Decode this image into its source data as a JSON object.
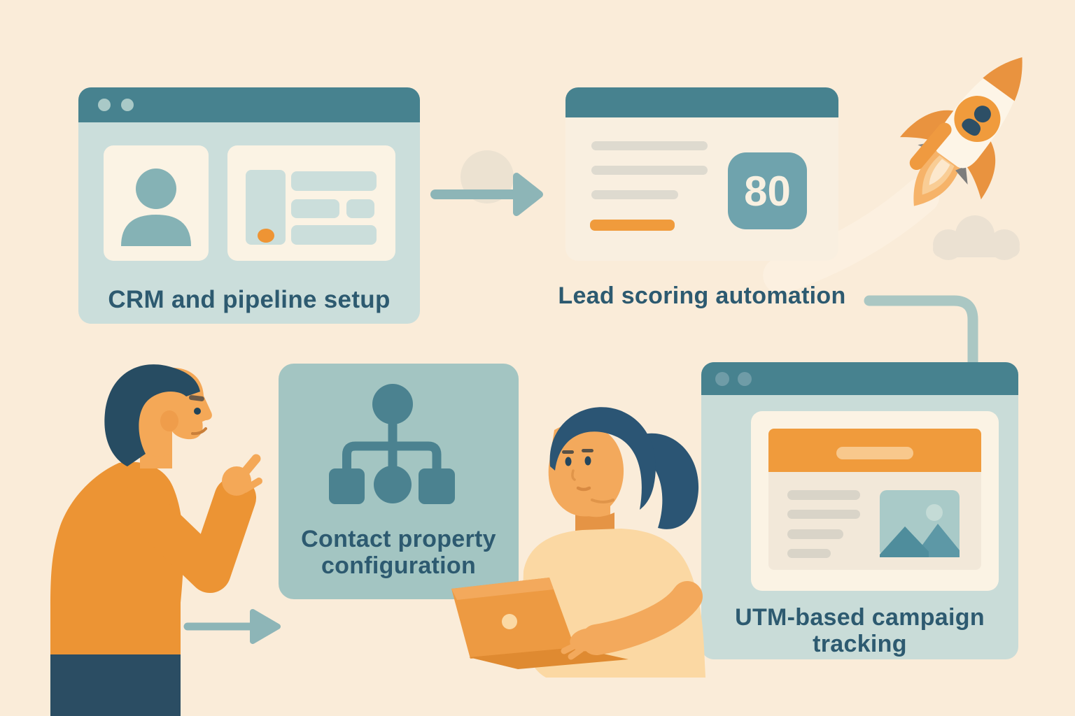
{
  "panels": {
    "crm": {
      "label": "CRM and pipeline setup"
    },
    "lead_scoring": {
      "label": "Lead scoring automation",
      "score_badge": "80"
    },
    "contact_property": {
      "label_line1": "Contact property",
      "label_line2": "configuration"
    },
    "utm_tracking": {
      "label_line1": "UTM-based campaign",
      "label_line2": "tracking"
    }
  },
  "icons": {
    "window_controls": "window-control-dots",
    "avatar": "person-avatar-icon",
    "record_fields": "record-fields-graphic",
    "score_badge": "score-badge",
    "hierarchy": "hierarchy-tree-icon",
    "arrows": "arrow-right-icon",
    "connector": "elbow-connector-line",
    "rocket": "rocket-icon",
    "cloud": "cloud-icon",
    "image_placeholder": "image-placeholder-icon",
    "laptop": "laptop-illustration",
    "man": "man-pointing-illustration",
    "woman": "woman-typing-illustration"
  },
  "colors": {
    "background": "#faecd9",
    "header_teal": "#47828f",
    "window_body_teal": "#cbdedb",
    "card_cream": "#fbf3e4",
    "accent_orange": "#ef9a3e",
    "label_text": "#2d5a70",
    "panel_muted_teal": "#a3c5c2",
    "icon_teal": "#4b8290",
    "arrow_teal": "#8db5b7",
    "score_badge_teal": "#6fa3ad",
    "placeholder_gray": "#dcd7cb"
  }
}
